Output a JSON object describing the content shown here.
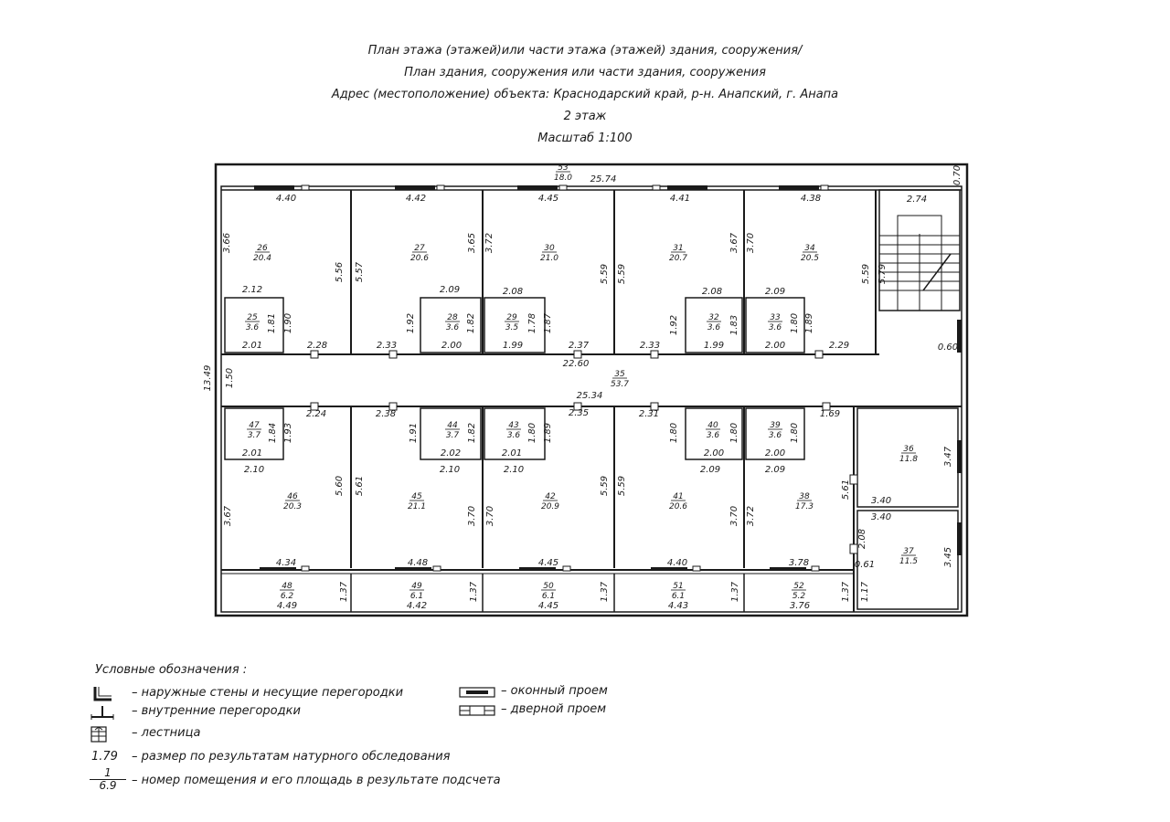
{
  "header": {
    "line1": "План этажа (этажей)или части этажа (этажей) здания, сооружения/",
    "line2": "План здания, сооружения или части здания, сооружения",
    "line3": "Адрес (местоположение) объекта: Краснодарский край, р-н. Анапский, г. Анапа",
    "line4": "2 этаж",
    "line5": "Масштаб 1:100"
  },
  "rooms": [
    {
      "number": "26",
      "area": "20.4"
    },
    {
      "number": "27",
      "area": "20.6"
    },
    {
      "number": "30",
      "area": "21.0"
    },
    {
      "number": "31",
      "area": "20.7"
    },
    {
      "number": "34",
      "area": "20.5"
    },
    {
      "number": "25",
      "area": "3.6"
    },
    {
      "number": "28",
      "area": "3.6"
    },
    {
      "number": "29",
      "area": "3.5"
    },
    {
      "number": "32",
      "area": "3.6"
    },
    {
      "number": "33",
      "area": "3.6"
    },
    {
      "number": "35",
      "area": "53.7"
    },
    {
      "number": "47",
      "area": "3.7"
    },
    {
      "number": "44",
      "area": "3.7"
    },
    {
      "number": "43",
      "area": "3.6"
    },
    {
      "number": "40",
      "area": "3.6"
    },
    {
      "number": "39",
      "area": "3.6"
    },
    {
      "number": "46",
      "area": "20.3"
    },
    {
      "number": "45",
      "area": "21.1"
    },
    {
      "number": "42",
      "area": "20.9"
    },
    {
      "number": "41",
      "area": "20.6"
    },
    {
      "number": "38",
      "area": "17.3"
    },
    {
      "number": "36",
      "area": "11.8"
    },
    {
      "number": "37",
      "area": "11.5"
    },
    {
      "number": "48",
      "area": "6.2"
    },
    {
      "number": "49",
      "area": "6.1"
    },
    {
      "number": "50",
      "area": "6.1"
    },
    {
      "number": "51",
      "area": "6.1"
    },
    {
      "number": "52",
      "area": "5.2"
    },
    {
      "number": "53",
      "area": "18.0"
    }
  ],
  "dimensions": [
    "25.74",
    "0.70",
    "4.40",
    "4.42",
    "4.45",
    "4.41",
    "4.38",
    "2.74",
    "3.66",
    "5.56",
    "5.57",
    "3.65",
    "3.72",
    "5.59",
    "5.59",
    "3.67",
    "3.70",
    "5.59",
    "5.79",
    "2.12",
    "2.09",
    "2.08",
    "2.08",
    "2.09",
    "1.81",
    "1.90",
    "1.92",
    "1.82",
    "1.78",
    "1.87",
    "1.92",
    "1.83",
    "1.80",
    "1.89",
    "2.01",
    "2.28",
    "2.33",
    "2.00",
    "1.99",
    "2.37",
    "2.33",
    "1.99",
    "2.00",
    "2.29",
    "0.60",
    "13.49",
    "1.50",
    "22.60",
    "25.34",
    "2.24",
    "2.38",
    "2.35",
    "2.31",
    "1.69",
    "1.84",
    "1.93",
    "1.91",
    "1.82",
    "1.80",
    "1.89",
    "1.80",
    "1.80",
    "1.80",
    "3.47",
    "2.01",
    "2.02",
    "2.01",
    "2.00",
    "2.00",
    "2.10",
    "2.10",
    "2.10",
    "2.09",
    "2.09",
    "3.67",
    "5.60",
    "5.61",
    "3.70",
    "3.70",
    "5.59",
    "5.59",
    "3.70",
    "3.72",
    "5.61",
    "3.40",
    "3.40",
    "2.08",
    "3.45",
    "0.61",
    "4.34",
    "4.48",
    "4.45",
    "4.40",
    "3.78",
    "1.37",
    "1.37",
    "1.37",
    "1.37",
    "1.37",
    "1.17",
    "4.49",
    "4.42",
    "4.45",
    "4.43",
    "3.76"
  ],
  "legend": {
    "title": "Условные обозначения :",
    "outer_walls": "– наружные стены и несущие перегородки",
    "inner_walls": "– внутренние перегородки",
    "stairs": "– лестница",
    "size_example": "1.79",
    "size_text": "– размер по результатам натурного обследования",
    "frac_num": "1",
    "frac_den": "6.9",
    "frac_text": "– номер помещения и его площадь в результате подсчета",
    "window": "– оконный проем",
    "door": "– дверной проем"
  }
}
